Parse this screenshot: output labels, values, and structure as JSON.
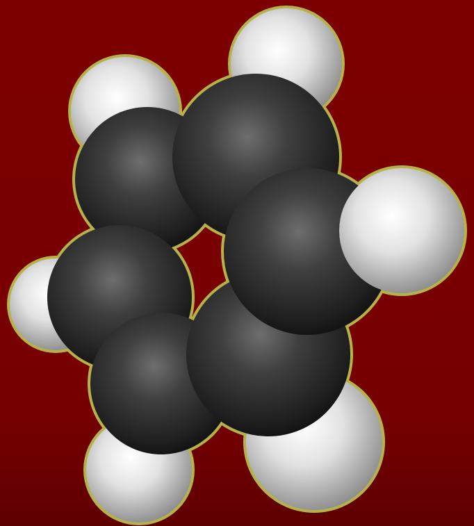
{
  "scene": {
    "background_color": "#7a0000",
    "background_shadow_color": "#5e0000",
    "subject": "space-filling-molecule-model",
    "atom_counts": {
      "carbon": 6,
      "hydrogen": 6
    },
    "colors": {
      "carbon": "#2a2a2a",
      "carbon_highlight": "#6e6e6e",
      "hydrogen": "#d8d8d8",
      "hydrogen_highlight": "#ffffff",
      "outline_glow": "#b5b24a"
    }
  }
}
